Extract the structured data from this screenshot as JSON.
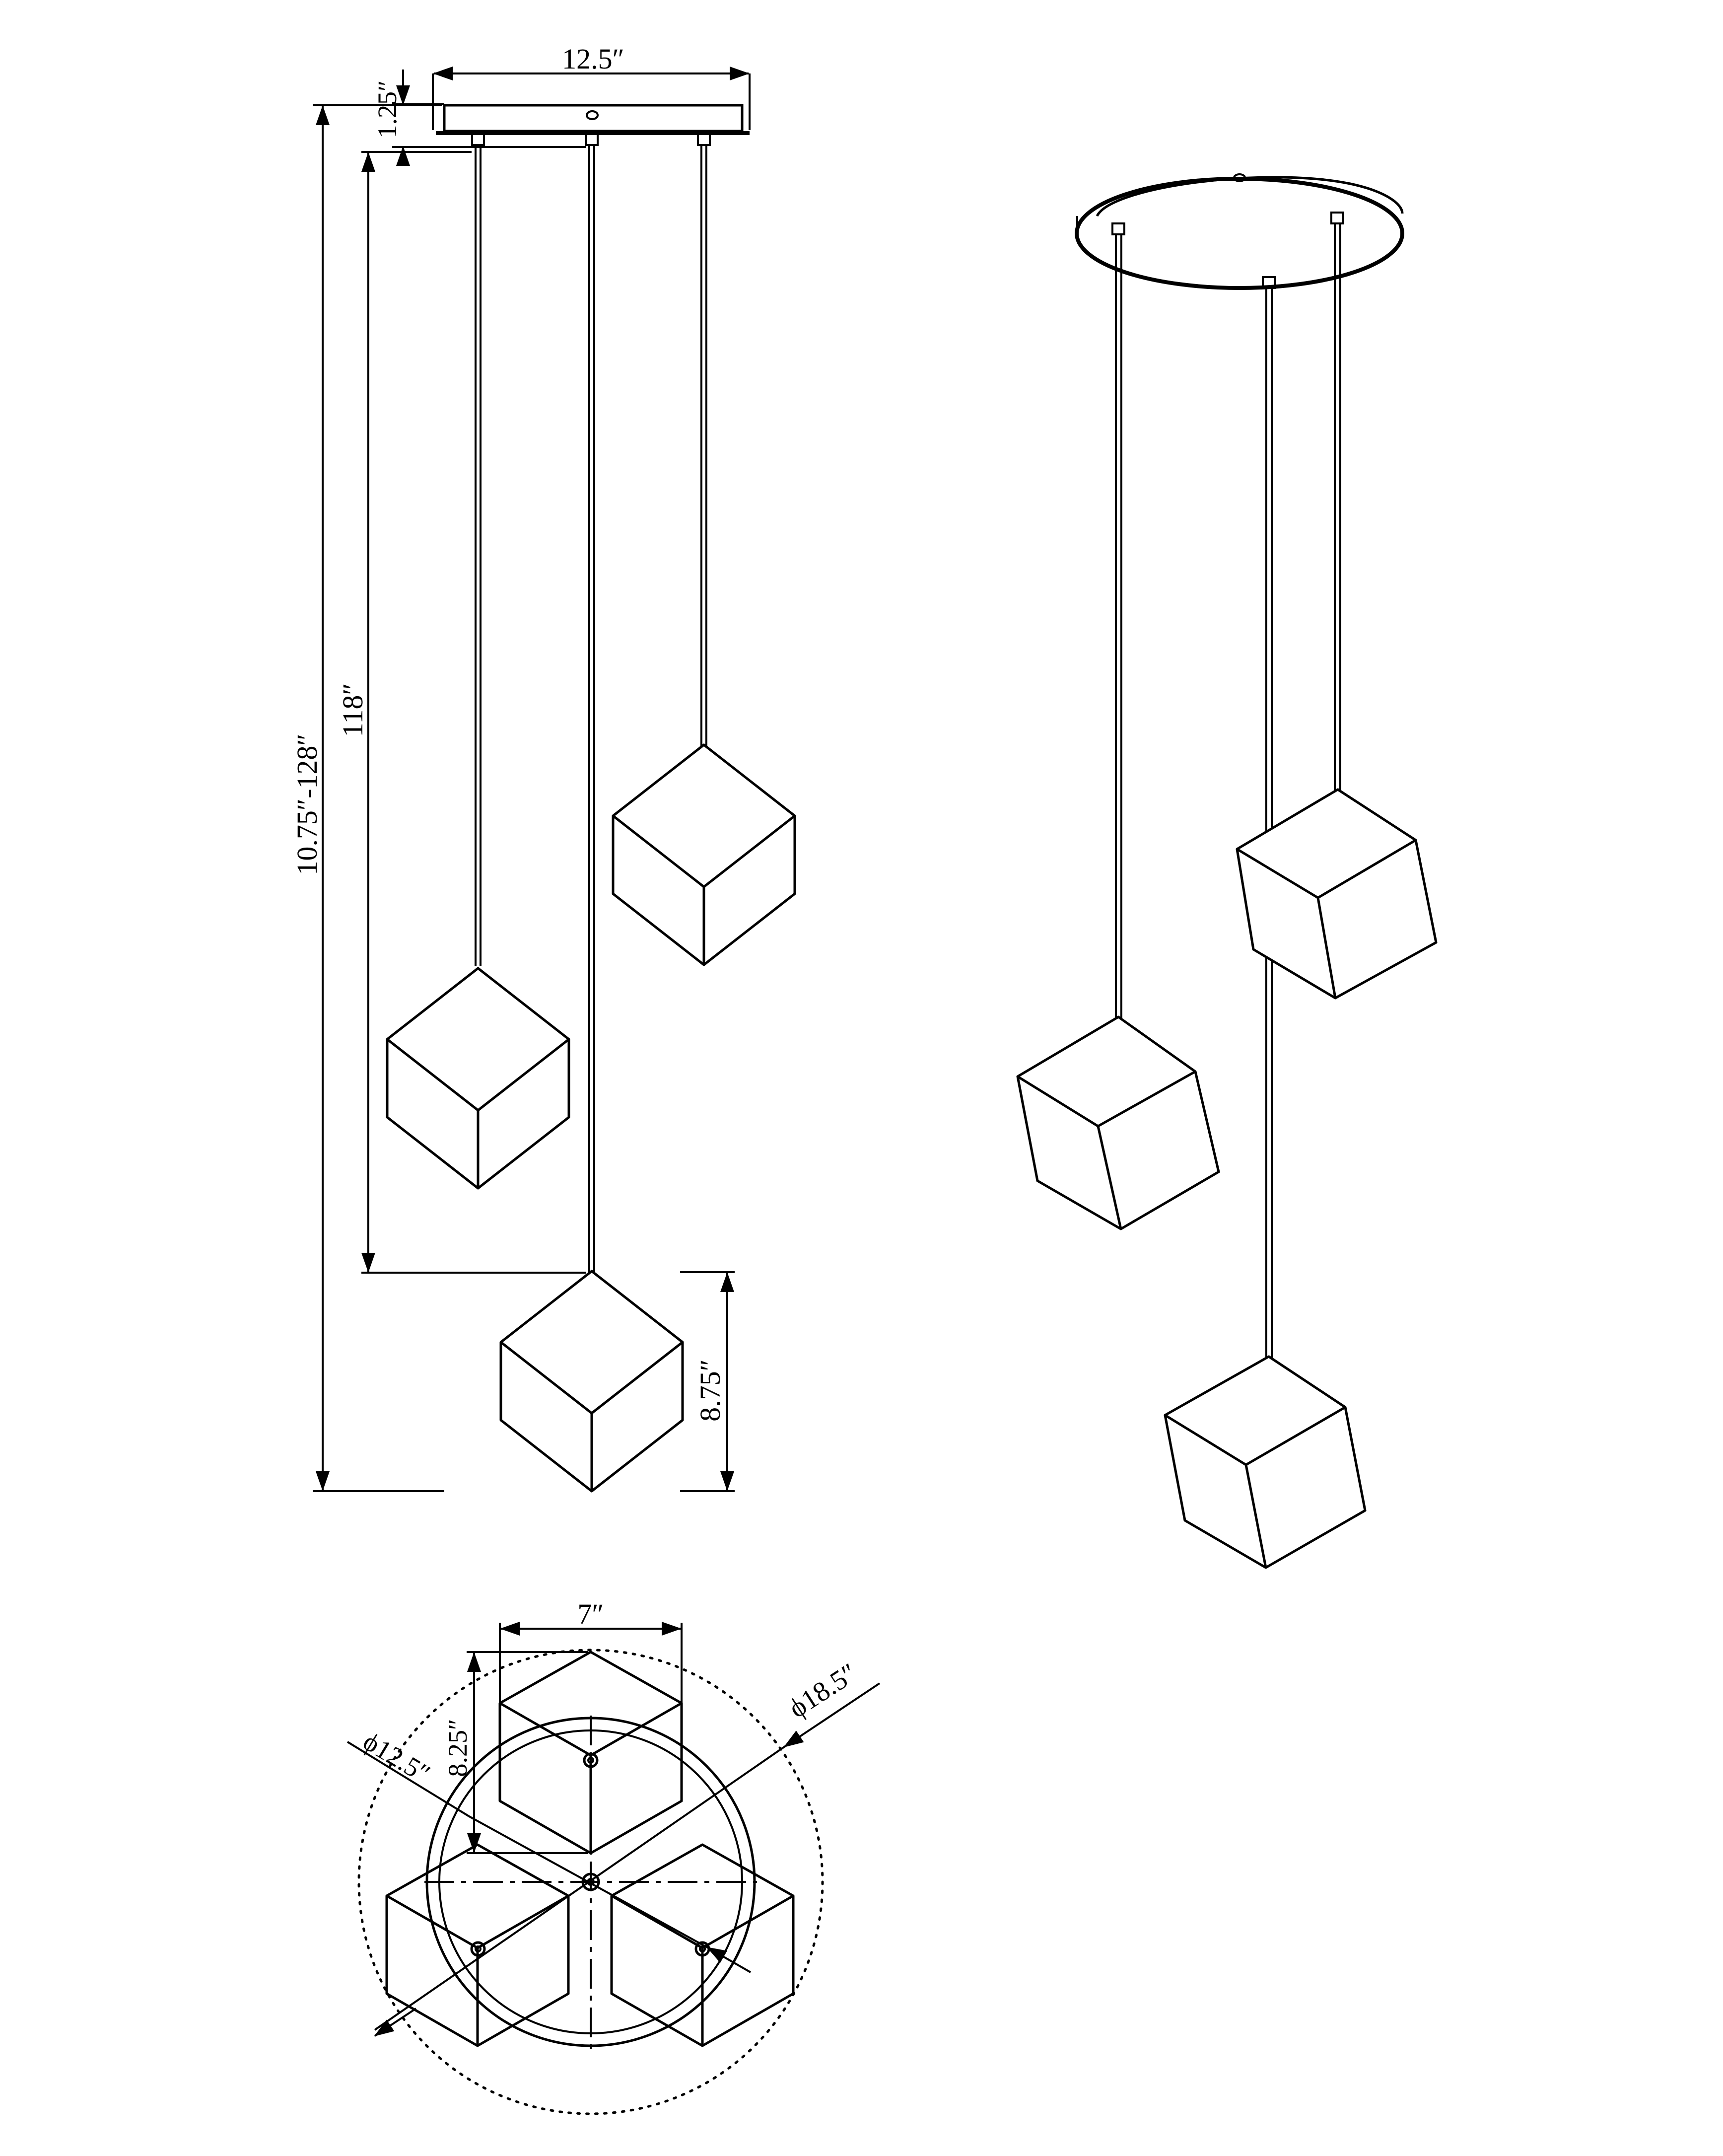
{
  "dimensions": {
    "canopy_width": "12.5″",
    "canopy_height": "1.25″",
    "cord_length": "118″",
    "overall_height": "10.75″-128″",
    "shade_height": "8.75″",
    "shade_width": "7″",
    "shade_depth": "8.25″",
    "canopy_diameter": "ϕ12.5″",
    "overall_diameter": "ϕ18.5″"
  }
}
